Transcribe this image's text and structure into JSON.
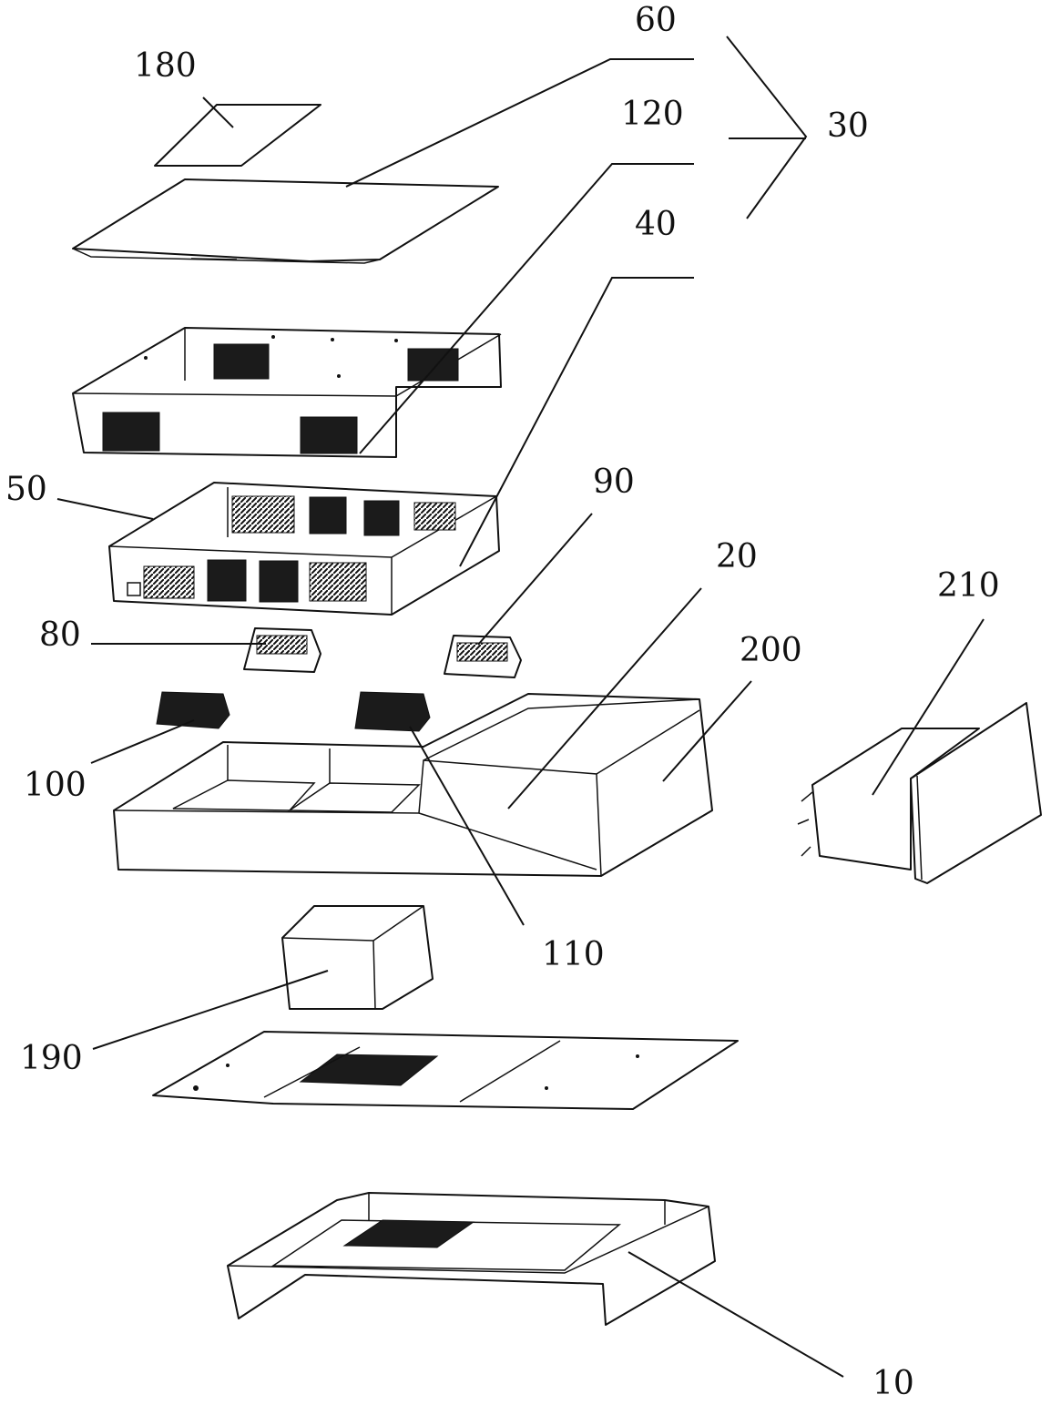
{
  "labels": {
    "l60": "60",
    "l180": "180",
    "l120": "120",
    "l30": "30",
    "l40": "40",
    "l50": "50",
    "l90": "90",
    "l20": "20",
    "l210": "210",
    "l80": "80",
    "l200": "200",
    "l100": "100",
    "l110": "110",
    "l190": "190",
    "l10": "10"
  }
}
